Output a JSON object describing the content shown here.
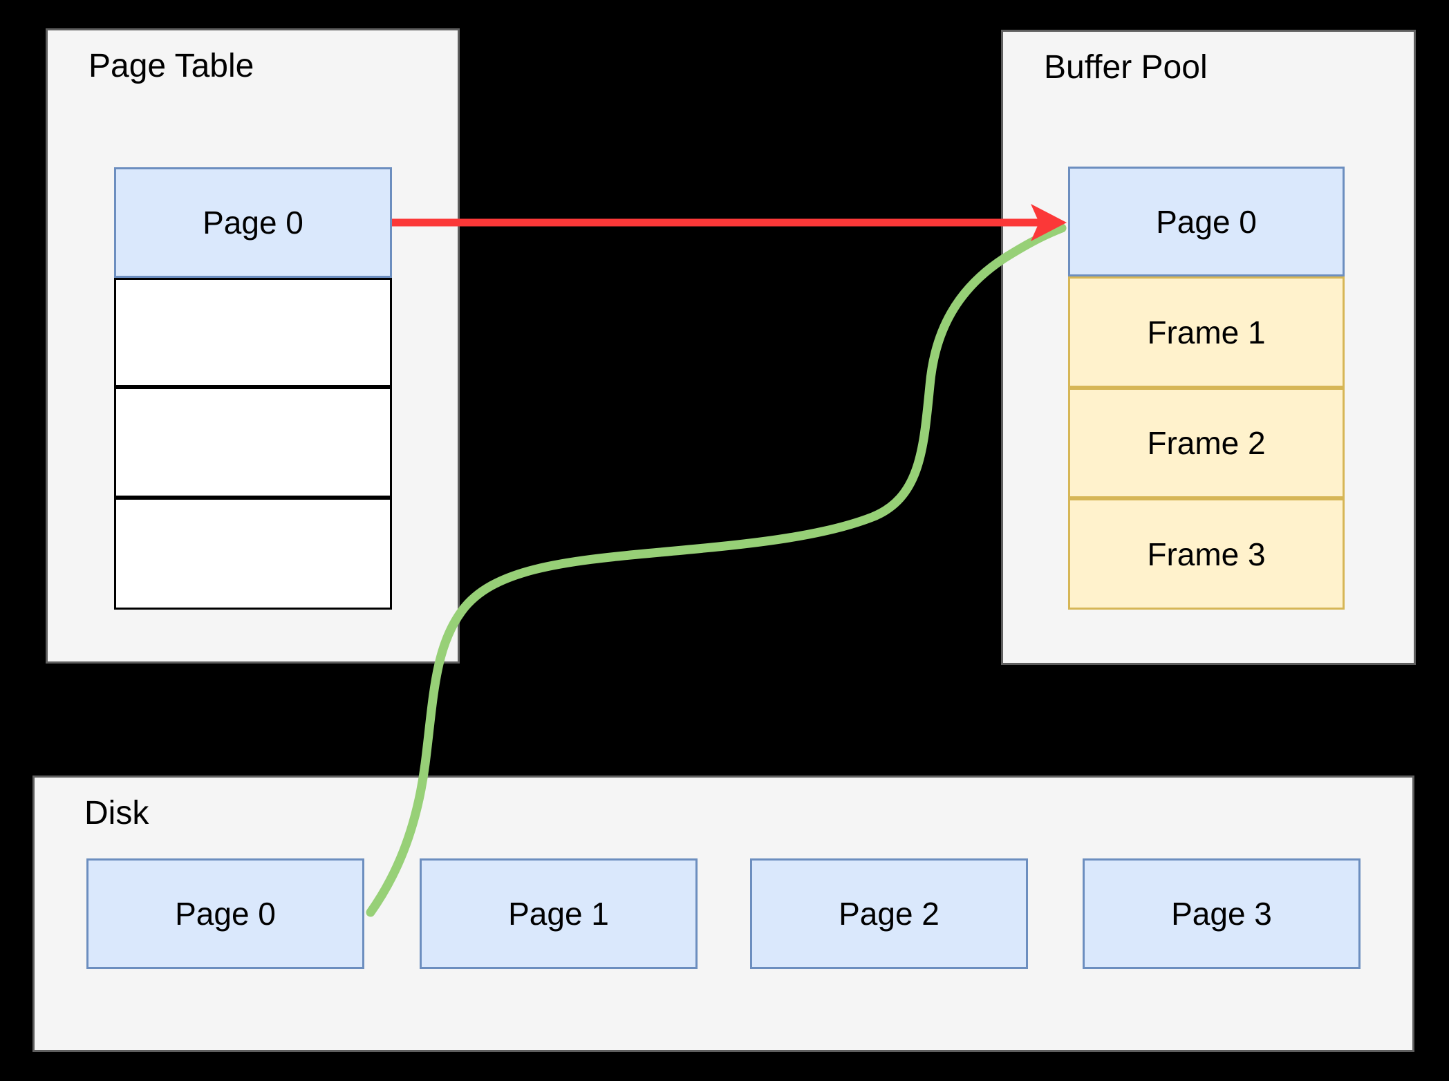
{
  "page_table": {
    "title": "Page Table",
    "cells": [
      {
        "label": "Page 0",
        "type": "blue"
      },
      {
        "label": "",
        "type": "white"
      },
      {
        "label": "",
        "type": "white"
      },
      {
        "label": "",
        "type": "white"
      }
    ]
  },
  "buffer_pool": {
    "title": "Buffer Pool",
    "cells": [
      {
        "label": "Page 0",
        "type": "blue"
      },
      {
        "label": "Frame 1",
        "type": "yellow"
      },
      {
        "label": "Frame 2",
        "type": "yellow"
      },
      {
        "label": "Frame 3",
        "type": "yellow"
      }
    ]
  },
  "disk": {
    "title": "Disk",
    "pages": [
      {
        "label": "Page 0"
      },
      {
        "label": "Page 1"
      },
      {
        "label": "Page 2"
      },
      {
        "label": "Page 3"
      }
    ]
  },
  "colors": {
    "background": "#000000",
    "container_fill": "#f5f5f5",
    "container_border": "#5f5f5f",
    "blue_fill": "#dae8fc",
    "blue_border": "#6c8ebf",
    "yellow_fill": "#fff2cc",
    "yellow_border": "#d6b656",
    "white_fill": "#ffffff",
    "black_border": "#000000",
    "red_arrow": "#fb3838",
    "green_arrow": "#97d077",
    "text": "#000000"
  }
}
